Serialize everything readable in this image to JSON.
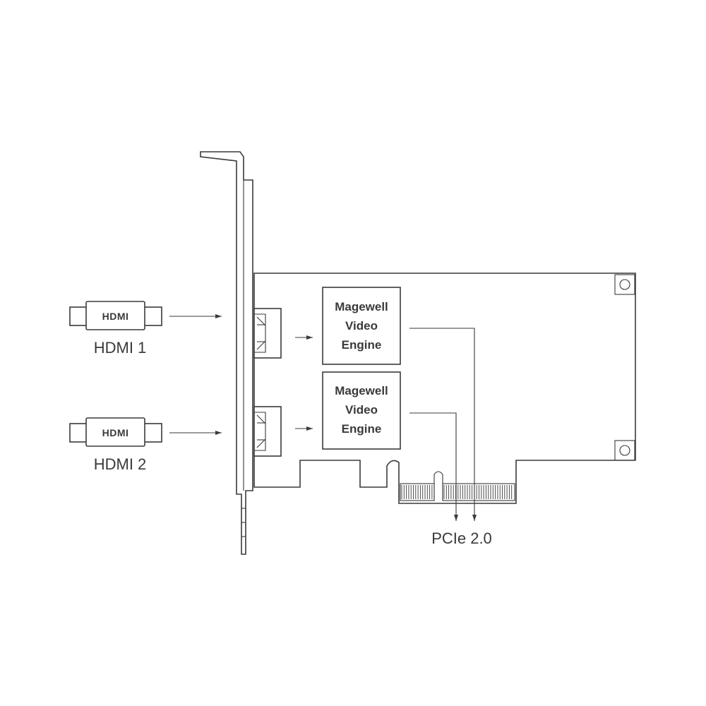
{
  "inputs": [
    {
      "label": "HDMI 1",
      "logo": "HDMI"
    },
    {
      "label": "HDMI 2",
      "logo": "HDMI"
    }
  ],
  "engines": [
    {
      "lines": [
        "Magewell",
        "Video",
        "Engine"
      ]
    },
    {
      "lines": [
        "Magewell",
        "Video",
        "Engine"
      ]
    }
  ],
  "bus": {
    "label": "PCIe 2.0"
  },
  "colors": {
    "line": "#3a3a3a",
    "background": "#ffffff"
  }
}
